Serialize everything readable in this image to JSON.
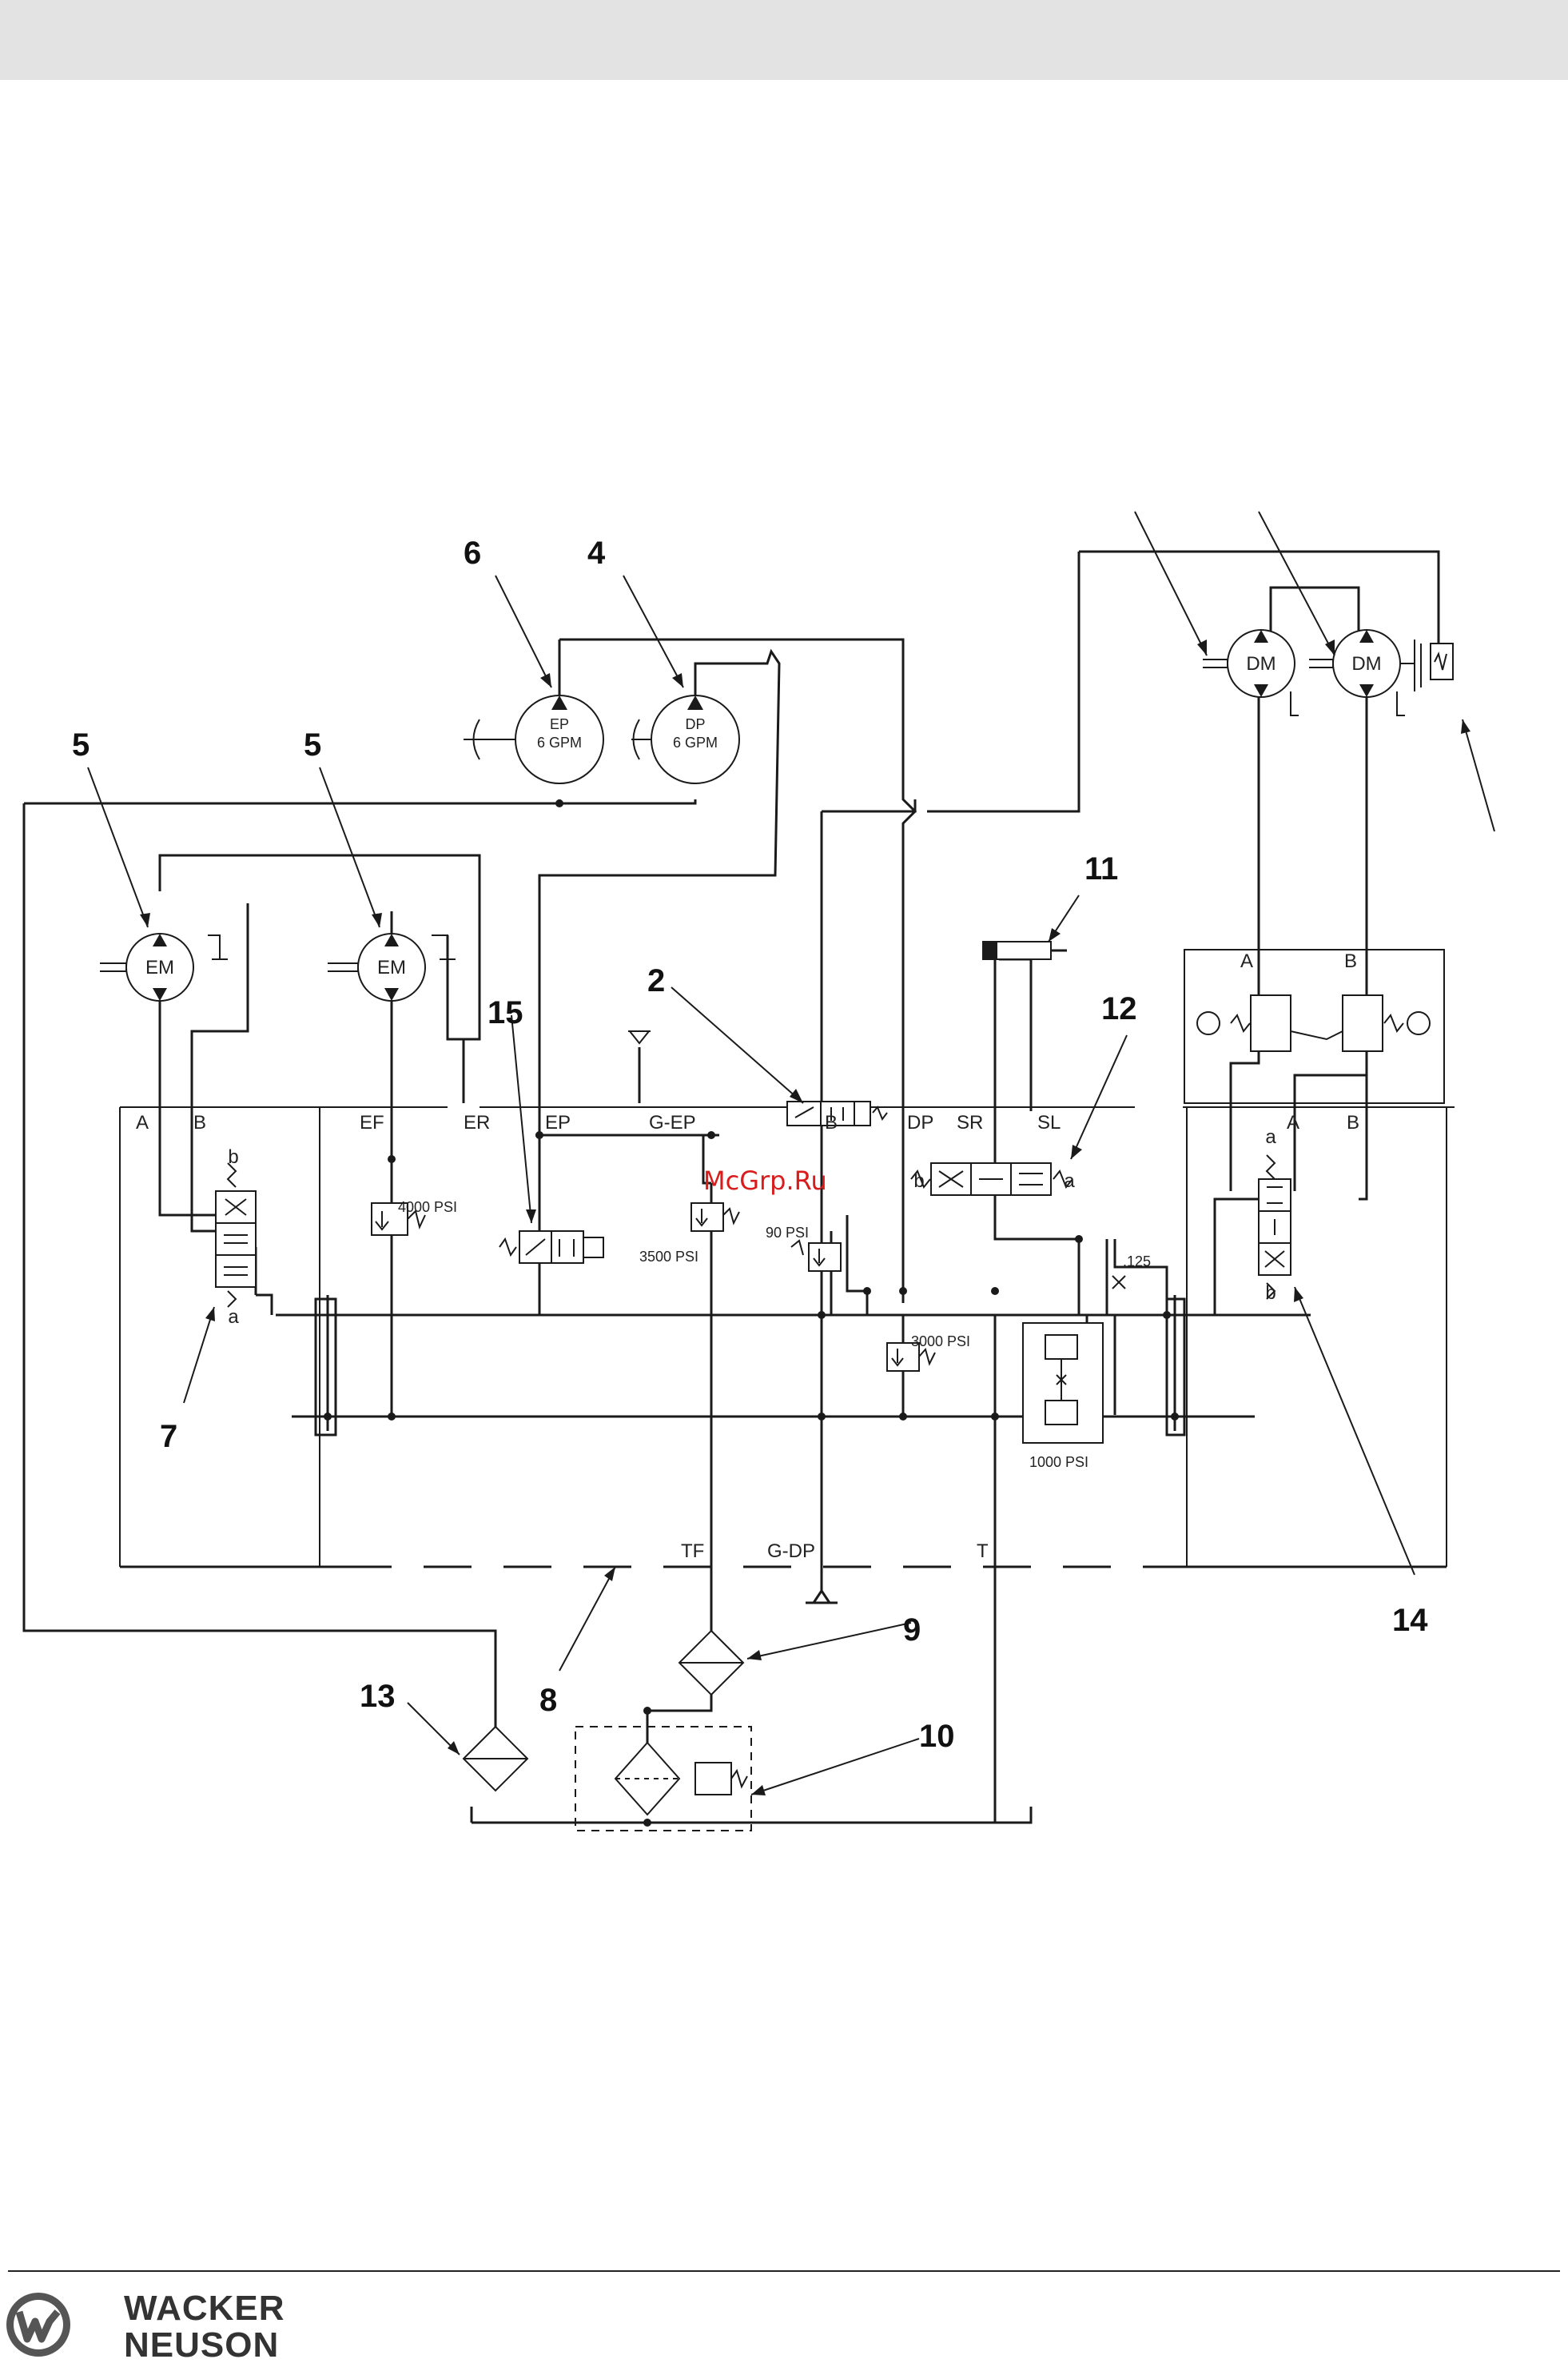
{
  "watermark": "McGrp.Ru",
  "brand": {
    "line1": "WACKER",
    "line2": "NEUSON"
  },
  "callouts": {
    "c6": "6",
    "c4": "4",
    "c5a": "5",
    "c5b": "5",
    "c15": "15",
    "c2": "2",
    "c11": "11",
    "c12": "12",
    "c7": "7",
    "c14": "14",
    "c13": "13",
    "c8": "8",
    "c9": "9",
    "c10": "10"
  },
  "pumps": {
    "ep": {
      "name": "EP",
      "rate": "6 GPM"
    },
    "dp": {
      "name": "DP",
      "rate": "6 GPM"
    }
  },
  "motors": {
    "em": "EM",
    "dm": "DM"
  },
  "ports": {
    "a_left": "A",
    "b_left": "B",
    "ef": "EF",
    "er": "ER",
    "ep": "EP",
    "g_ep": "G-EP",
    "b_mid": "B",
    "dp": "DP",
    "sr": "SR",
    "sl": "SL",
    "a_right": "A",
    "b_right": "B",
    "a_top": "A",
    "b_top": "B",
    "tf": "TF",
    "g_dp": "G-DP",
    "t": "T"
  },
  "valve_letters": {
    "a": "a",
    "b": "b"
  },
  "pressures": {
    "p4000": "4000 PSI",
    "p3500": "3500 PSI",
    "p90": "90 PSI",
    "p3000": "3000 PSI",
    "p1000": "1000 PSI",
    "orifice": ".125"
  },
  "colors": {
    "line": "#1a1a1a",
    "watermark": "#d81b1b",
    "header": "#e3e3e3"
  }
}
